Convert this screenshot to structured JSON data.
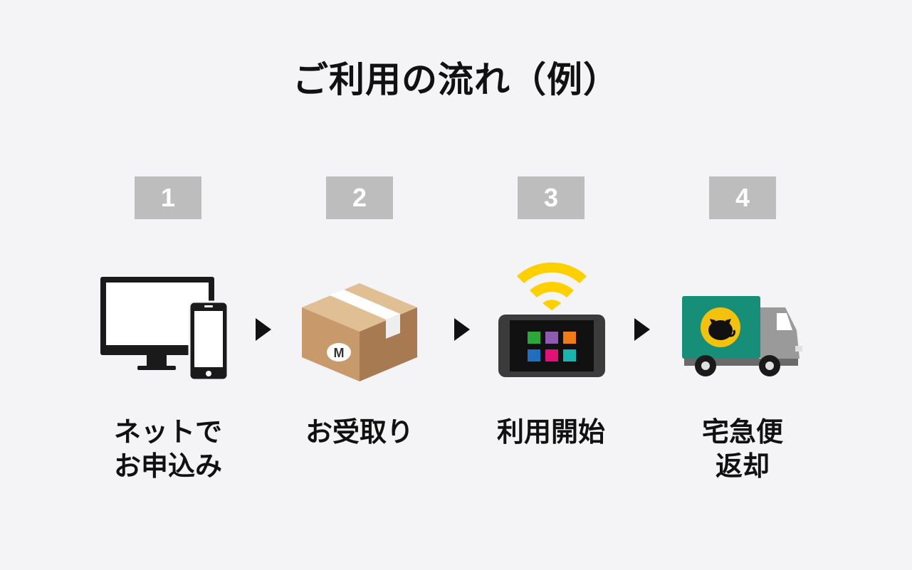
{
  "title": "ご利用の流れ（例）",
  "steps": [
    {
      "number": "1",
      "label_line1": "ネットで",
      "label_line2": "お申込み",
      "icon": "computer-and-phone-icon"
    },
    {
      "number": "2",
      "label_line1": "お受取り",
      "label_line2": "",
      "icon": "cardboard-box-icon"
    },
    {
      "number": "3",
      "label_line1": "利用開始",
      "label_line2": "",
      "icon": "wifi-router-icon"
    },
    {
      "number": "4",
      "label_line1": "宅急便",
      "label_line2": "返却",
      "icon": "delivery-truck-icon"
    }
  ],
  "box_logo_letter": "M",
  "colors": {
    "background": "#f4f4f6",
    "badge": "#bdbdbd",
    "wifi": "#ffd000",
    "box": "#c9996b",
    "truck_body": "#178e78",
    "truck_logo": "#f4c20d"
  }
}
